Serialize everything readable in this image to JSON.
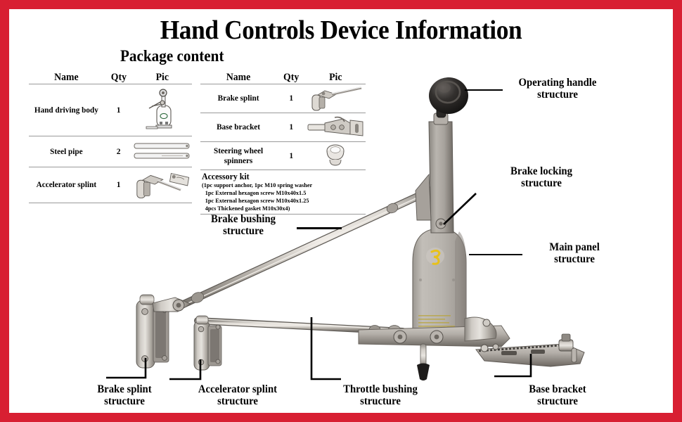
{
  "header": {
    "title": "Hand Controls Device Information",
    "subtitle": "Package content"
  },
  "colors": {
    "border_red": "#d81f32",
    "background": "#ffffff",
    "text": "#000000",
    "rule": "#9a9a9a",
    "metal_light": "#d8d5d0",
    "metal_mid": "#a9a49d",
    "metal_dark": "#6f6a64",
    "handle_black": "#1e1c1b",
    "logo_yellow": "#e8c11a"
  },
  "package_tables": {
    "columns": [
      "Name",
      "Qty",
      "Pic"
    ],
    "left": {
      "columns": [
        "Name",
        "Qty",
        "Pic"
      ],
      "rows": [
        {
          "name": "Hand driving body",
          "qty": "1",
          "pic": "hand-driving-body-thumb"
        },
        {
          "name": "Steel pipe",
          "qty": "2",
          "pic": "steel-pipe-thumb"
        },
        {
          "name": "Accelerator splint",
          "qty": "1",
          "pic": "accelerator-splint-thumb"
        }
      ]
    },
    "right": {
      "columns": [
        "Name",
        "Qty",
        "Pic"
      ],
      "rows": [
        {
          "name": "Brake splint",
          "qty": "1",
          "pic": "brake-splint-thumb"
        },
        {
          "name": "Base bracket",
          "qty": "1",
          "pic": "base-bracket-thumb"
        },
        {
          "name": "Steering wheel spinners",
          "qty": "1",
          "pic": "steering-wheel-spinner-thumb"
        }
      ],
      "accessory_kit": {
        "title": "Accessory kit",
        "lines": [
          "(1pc support anchor, 1pc M10 spring washer",
          "1pc External hexagon screw M10x40x1.5",
          "1pc External hexagon screw M10x40x1.25",
          "4pcs Thickened gasket M10x30x4)"
        ]
      }
    }
  },
  "callouts": [
    {
      "id": "operating-handle",
      "line1": "Operating handle",
      "line2": "structure"
    },
    {
      "id": "brake-locking",
      "line1": "Brake locking",
      "line2": "structure"
    },
    {
      "id": "main-panel",
      "line1": "Main panel",
      "line2": "structure"
    },
    {
      "id": "brake-bushing",
      "line1": "Brake bushing",
      "line2": "structure"
    },
    {
      "id": "brake-splint",
      "line1": "Brake splint",
      "line2": "structure"
    },
    {
      "id": "accelerator-splint",
      "line1": "Accelerator splint",
      "line2": "structure"
    },
    {
      "id": "throttle-bushing",
      "line1": "Throttle bushing",
      "line2": "structure"
    },
    {
      "id": "base-bracket",
      "line1": "Base bracket",
      "line2": "structure"
    }
  ]
}
